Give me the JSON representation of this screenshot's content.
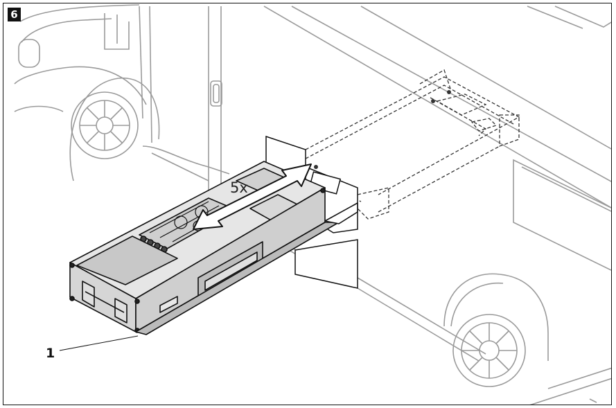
{
  "step_number": "6",
  "repeat_label": "5x",
  "callout_label": "1",
  "colors": {
    "outline": "#111111",
    "vehicle_line": "#9a9a9a",
    "box_fill": "#d4d4d4",
    "panel_fill": "#c4c4c4",
    "arrow_fill": "#ffffff"
  },
  "icons": {
    "arrow": "double-headed-arrow-icon",
    "vehicle": "camper-van-drawing",
    "kitchen_unit": "slide-out-kitchen-drawing"
  }
}
